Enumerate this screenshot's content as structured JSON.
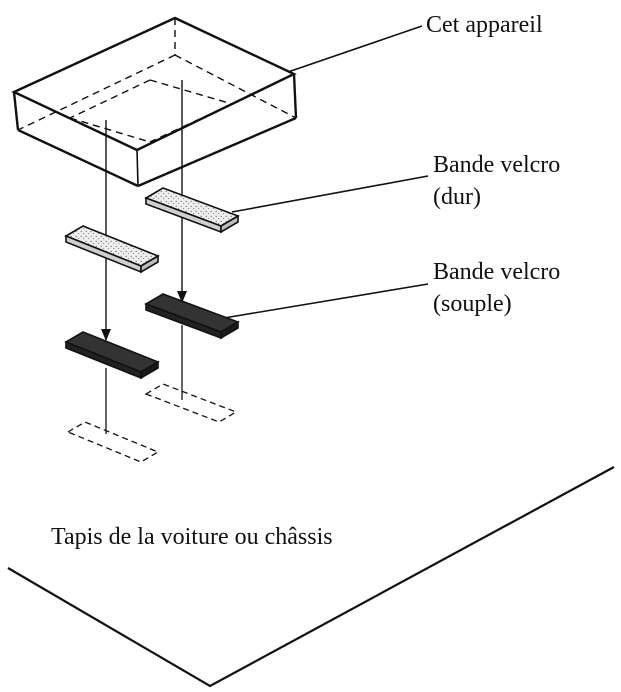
{
  "labels": {
    "device": "Cet appareil",
    "velcro_hard_line1": "Bande velcro",
    "velcro_hard_line2": "(dur)",
    "velcro_soft_line1": "Bande velcro",
    "velcro_soft_line2": "(souple)",
    "floor": "Tapis de la voiture ou châssis"
  },
  "colors": {
    "stroke": "#111111",
    "soft_strip_fill": "#333333",
    "hard_strip_fill": "#e9e9e9"
  }
}
